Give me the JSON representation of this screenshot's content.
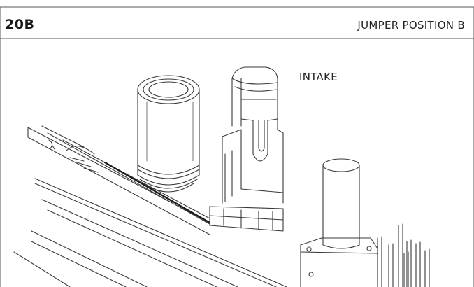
{
  "figure": {
    "id": "20B",
    "title": "JUMPER POSITION B",
    "callout": "INTAKE"
  }
}
